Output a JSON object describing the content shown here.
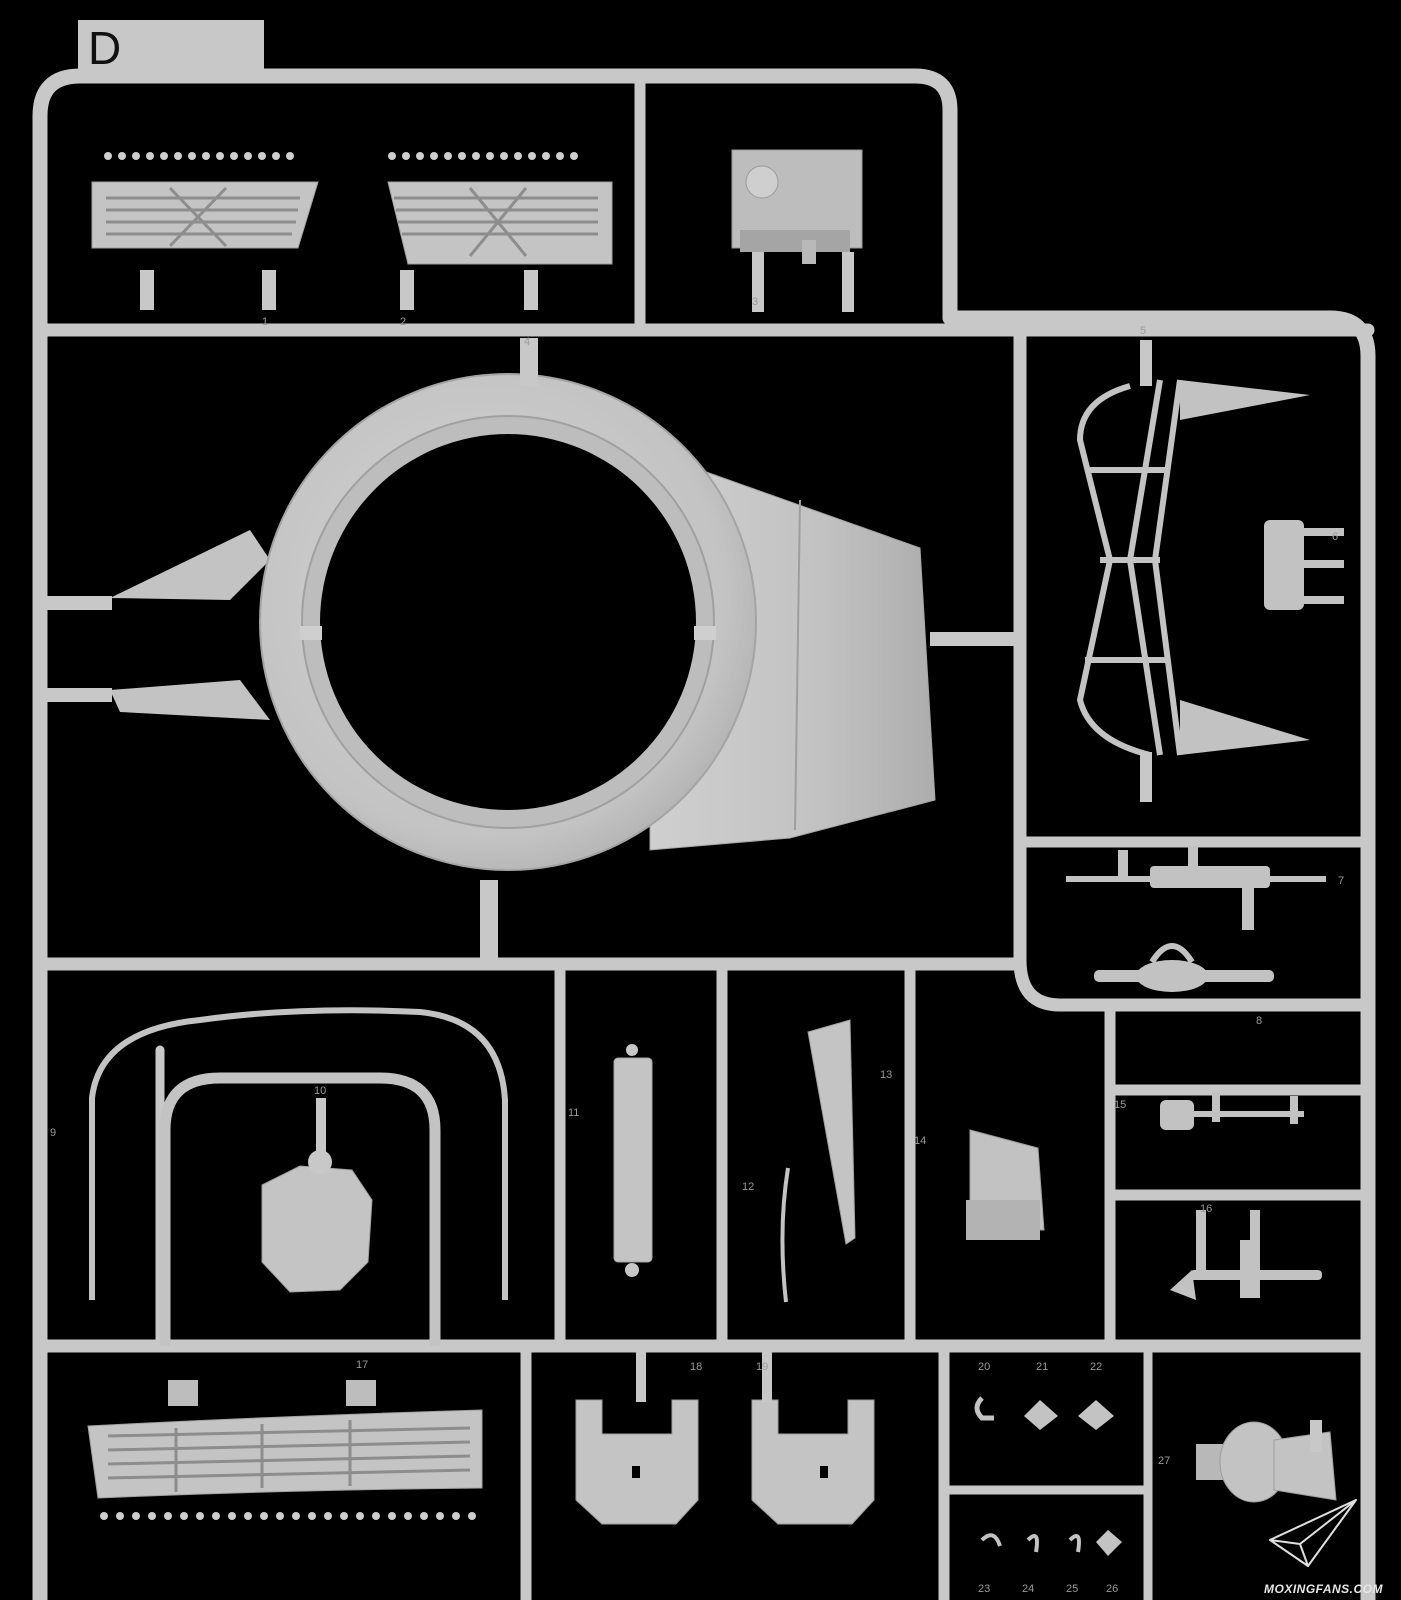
{
  "sprue": {
    "letter": "D",
    "plastic_color": "#c8c8c8",
    "plastic_shadow": "#a9a9a9",
    "background_color": "#000000",
    "part_numbers": [
      "1",
      "2",
      "3",
      "4",
      "5",
      "6",
      "7",
      "8",
      "9",
      "10",
      "11",
      "12",
      "13",
      "14",
      "15",
      "16",
      "17",
      "18",
      "19",
      "20",
      "21",
      "22",
      "23",
      "24",
      "25",
      "26",
      "27"
    ]
  },
  "watermark": {
    "text": "MOXINGFANS.COM",
    "icon": "paper-plane-icon"
  }
}
